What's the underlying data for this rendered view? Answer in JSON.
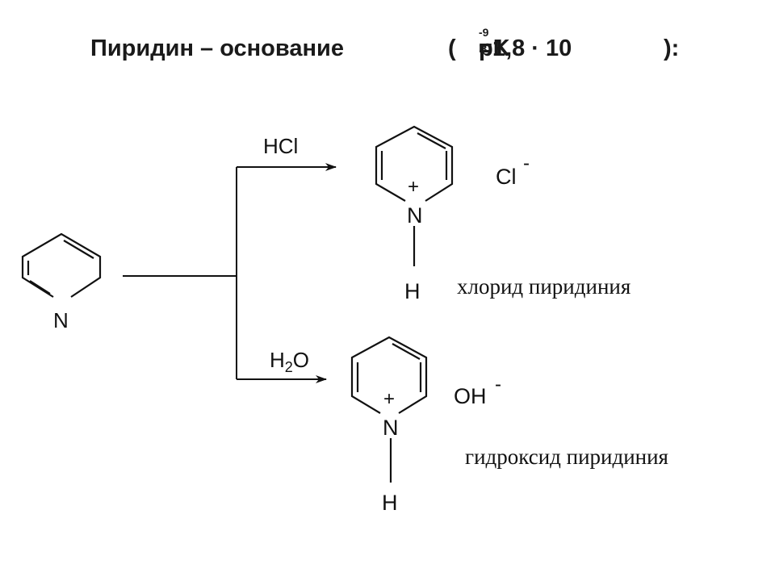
{
  "title": {
    "main": "Пиридин – основание",
    "paren_open": "(",
    "pk_prefix": "pK",
    "pk_sub": "в",
    "pk_value": "=1,8 · 10",
    "pk_exp": "-9",
    "paren_close": "):"
  },
  "pyridine": {
    "n_label": "N"
  },
  "reaction_top": {
    "reagent": "HCl",
    "n_label": "N",
    "charge": "+",
    "h_label": "H",
    "counter_ion": "Cl",
    "counter_charge": "-",
    "name": "хлорид  пиридиния"
  },
  "reaction_bottom": {
    "reagent_h": "H",
    "reagent_sub": "2",
    "reagent_o": "O",
    "n_label": "N",
    "charge": "+",
    "h_label": "H",
    "counter_ion": "OH",
    "counter_charge": "-",
    "name": "гидроксид пиридиния"
  }
}
